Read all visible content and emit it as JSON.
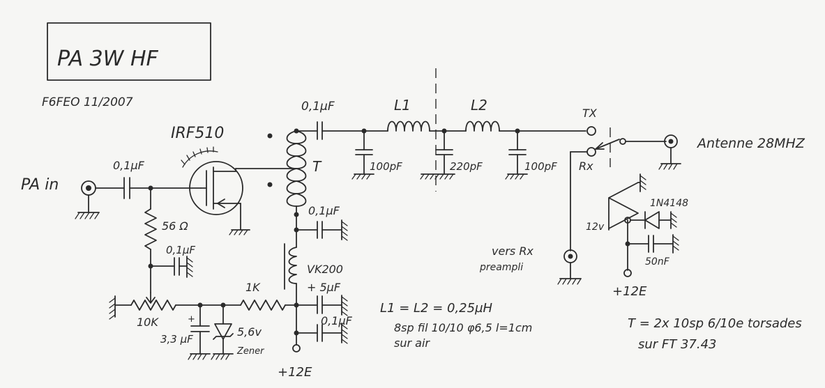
{
  "title": "PA 3W HF",
  "author": "F6FEO 11/2007",
  "transistor": "IRF510",
  "input_label": "PA in",
  "antenna_label": "Antenne 28MHZ",
  "tx_label": "TX",
  "rx_label": "Rx",
  "transformer_label": "T",
  "caps": {
    "c_in": "0,1µF",
    "c_out": "0,1µF",
    "c_dec1": "0,1µF",
    "c_dec2": "0,1µF",
    "c_gate": "0,1µF",
    "c_5u": "+ 5µF",
    "c_100a": "100pF",
    "c_220": "220pF",
    "c_100b": "100pF",
    "c_33": "3,3 µF",
    "c_50n": "50nF"
  },
  "inductors": {
    "l1": "L1",
    "l2": "L2",
    "vk": "VK200"
  },
  "resistors": {
    "r56": "56 Ω",
    "r1k": "1K",
    "pot": "10K"
  },
  "zener": {
    "value": "5,6v",
    "label": "Zener"
  },
  "diode": "1N4148",
  "relay_label": "12v",
  "supply": {
    "main": "+12E",
    "relay": "+12E"
  },
  "rx_out": {
    "line1": "vers Rx",
    "line2": "preampli"
  },
  "notes": {
    "l_line1": "L1 = L2 = 0,25µH",
    "l_line2": "8sp fil 10/10 φ6,5 l=1cm",
    "l_line3": "sur air",
    "t_line1": "T = 2x 10sp   6/10e torsades",
    "t_line2": "sur FT 37.43"
  }
}
